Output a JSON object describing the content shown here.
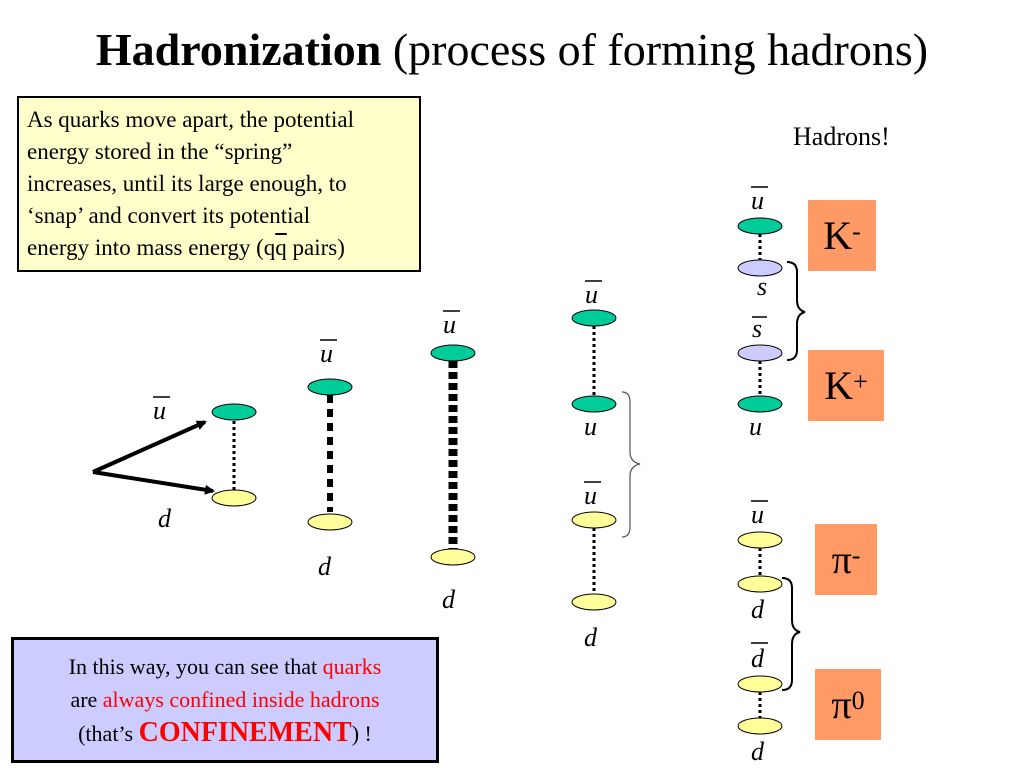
{
  "title": {
    "main": "Hadronization",
    "sub": "(process of forming hadrons)"
  },
  "note": {
    "line1": "As quarks move apart, the potential",
    "line2": "energy stored in the “spring”",
    "line3": "increases, until its large enough, to",
    "line4": "‘snap’ and convert its potential",
    "line5_a": "energy into mass energy  (q",
    "line5_bar": "q",
    "line5_b": " pairs)"
  },
  "hadrons_label": "Hadrons!",
  "summary": {
    "p1": "In this way, you can see that ",
    "p2": "quarks",
    "p3": "are ",
    "p4": "always confined inside hadrons",
    "p5": "(that’s ",
    "p6": "CONFINEMENT",
    "p7": ") !"
  },
  "particles": {
    "k_minus": {
      "base": "K",
      "sup": "-"
    },
    "k_plus": {
      "base": "K",
      "sup": "+"
    },
    "pi_minus": {
      "base": "π",
      "sup": "-"
    },
    "pi_zero": {
      "base": "π",
      "sup": "0"
    }
  },
  "quark_labels": {
    "u": "u",
    "d": "d",
    "s": "s"
  },
  "colors": {
    "anti_up": "#00cc99",
    "down": "#ffff99",
    "strange": "#ccccff",
    "hadron_box": "#ff9966",
    "note_bg": "#ffffcc",
    "summary_bg": "#ccccff",
    "highlight": "#ff0000"
  }
}
